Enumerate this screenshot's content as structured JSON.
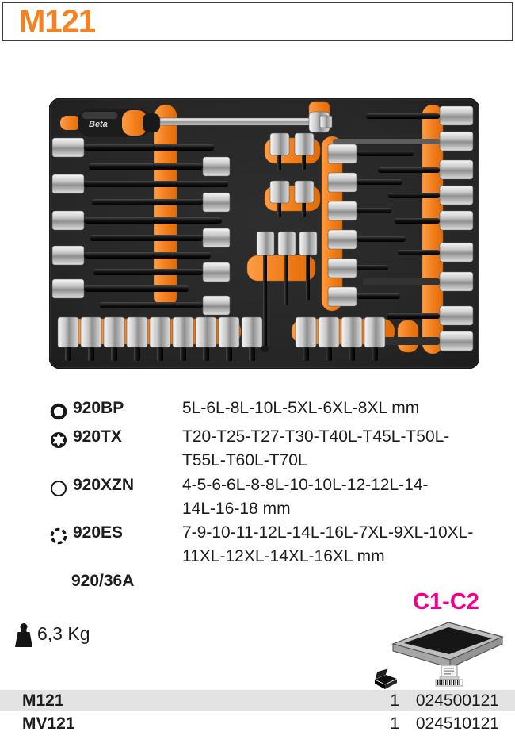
{
  "header": {
    "title": "M121"
  },
  "tray": {
    "brand": "Beta",
    "alt": "Foam tool module with hex, Torx, XZN and E-Torx long socket bits"
  },
  "items": [
    {
      "icon": "hex-ball-socket-icon",
      "code": "920BP",
      "desc_lines": [
        "5L-6L-8L-10L-5XL-6XL-8XL mm",
        ""
      ]
    },
    {
      "icon": "torx-socket-icon",
      "code": "920TX",
      "desc_lines": [
        "T20-T25-T27-T30-T40L-T45L-T50L-",
        "T55L-T60L-T70L"
      ]
    },
    {
      "icon": "hex-socket-icon",
      "code": "920XZN",
      "desc_lines": [
        "4-5-6-6L-8-8L-10-10L-12-12L-14-",
        "14L-16-18 mm"
      ]
    },
    {
      "icon": "e-torx-socket-icon",
      "code": "920ES",
      "desc_lines": [
        "7-9-10-11-12L-14L-16L-7XL-9XL-10XL-",
        "11XL-12XL-14XL-16XL mm"
      ]
    },
    {
      "icon": "",
      "code": "920/36A",
      "desc_lines": [
        "",
        ""
      ]
    }
  ],
  "drawer_badge": {
    "label": "C1-C2"
  },
  "weight": {
    "label": "6,3 Kg"
  },
  "order_table": {
    "icons": [
      "open-case-icon",
      "barcode-icon"
    ],
    "rows": [
      {
        "model": "M121",
        "qty": "1",
        "code": "024500121"
      },
      {
        "model": "MV121",
        "qty": "1",
        "code": "024510121"
      }
    ]
  },
  "colors": {
    "accent_orange": "#f58220",
    "tray_orange": "#ef7a16",
    "magenta": "#ec008c",
    "row_gray": "#e3e3e3"
  }
}
